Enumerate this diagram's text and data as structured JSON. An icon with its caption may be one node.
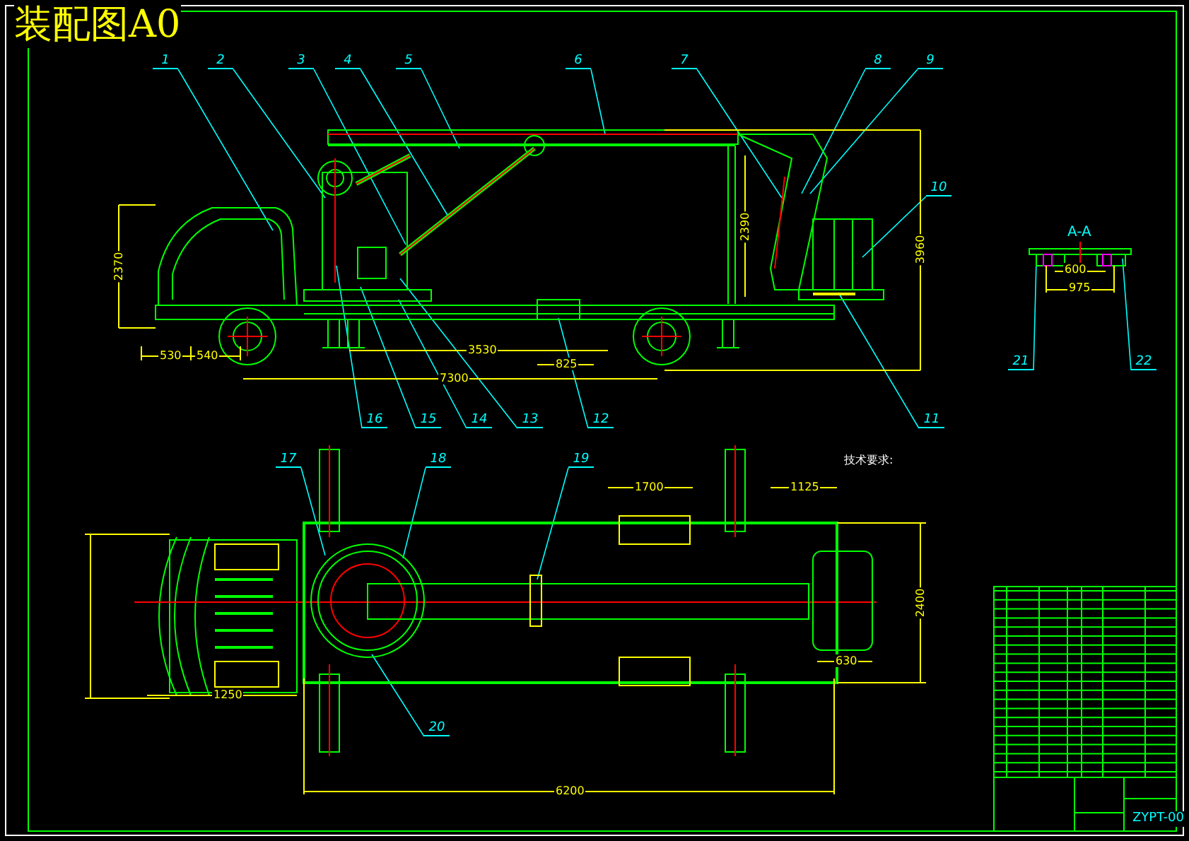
{
  "diagram": {
    "title": "装配图A0",
    "nodes": [
      {
        "text": [
          "1"
        ]
      },
      {
        "text": [
          "2"
        ]
      },
      {
        "text": [
          "3"
        ]
      },
      {
        "text": [
          "4"
        ]
      },
      {
        "text": [
          "5"
        ]
      },
      {
        "text": [
          "6"
        ]
      },
      {
        "text": [
          "7"
        ]
      },
      {
        "text": [
          "8"
        ]
      },
      {
        "text": [
          "9"
        ]
      },
      {
        "text": [
          "10"
        ]
      },
      {
        "text": [
          "11"
        ]
      },
      {
        "text": [
          "12"
        ]
      },
      {
        "text": [
          "13"
        ]
      },
      {
        "text": [
          "14"
        ]
      },
      {
        "text": [
          "15"
        ]
      },
      {
        "text": [
          "16"
        ]
      },
      {
        "text": [
          "17"
        ]
      },
      {
        "text": [
          "18"
        ]
      },
      {
        "text": [
          "19"
        ]
      },
      {
        "text": [
          "20"
        ]
      },
      {
        "text": [
          "21"
        ]
      },
      {
        "text": [
          "22"
        ]
      }
    ],
    "edges": [
      {
        "from": 0,
        "to": null,
        "arrow": "none"
      },
      {
        "from": 1,
        "to": null,
        "arrow": "none"
      },
      {
        "from": 2,
        "to": null,
        "arrow": "none"
      },
      {
        "from": 3,
        "to": null,
        "arrow": "none"
      },
      {
        "from": 4,
        "to": null,
        "arrow": "none"
      },
      {
        "from": 5,
        "to": null,
        "arrow": "none"
      },
      {
        "from": 6,
        "to": null,
        "arrow": "none"
      },
      {
        "from": 7,
        "to": null,
        "arrow": "none"
      },
      {
        "from": 8,
        "to": null,
        "arrow": "none"
      },
      {
        "from": 9,
        "to": null,
        "arrow": "none"
      },
      {
        "from": 10,
        "to": null,
        "arrow": "none"
      },
      {
        "from": 11,
        "to": null,
        "arrow": "none"
      },
      {
        "from": 12,
        "to": null,
        "arrow": "none"
      },
      {
        "from": 13,
        "to": null,
        "arrow": "none"
      },
      {
        "from": 14,
        "to": null,
        "arrow": "none"
      },
      {
        "from": 15,
        "to": null,
        "arrow": "none"
      },
      {
        "from": 16,
        "to": null,
        "arrow": "none"
      },
      {
        "from": 17,
        "to": null,
        "arrow": "none"
      },
      {
        "from": 18,
        "to": null,
        "arrow": "none"
      },
      {
        "from": 19,
        "to": null,
        "arrow": "none"
      },
      {
        "from": 20,
        "to": null,
        "arrow": "none"
      },
      {
        "from": 21,
        "to": null,
        "arrow": "none"
      }
    ],
    "labels": [
      "2370",
      "530",
      "540",
      "3530",
      "7300",
      "825",
      "2390",
      "3960",
      "A-A",
      "600",
      "975",
      "1700",
      "1125",
      "技术要求:",
      "2400",
      "630",
      "1250",
      "6200",
      "ZYPT-00"
    ]
  }
}
